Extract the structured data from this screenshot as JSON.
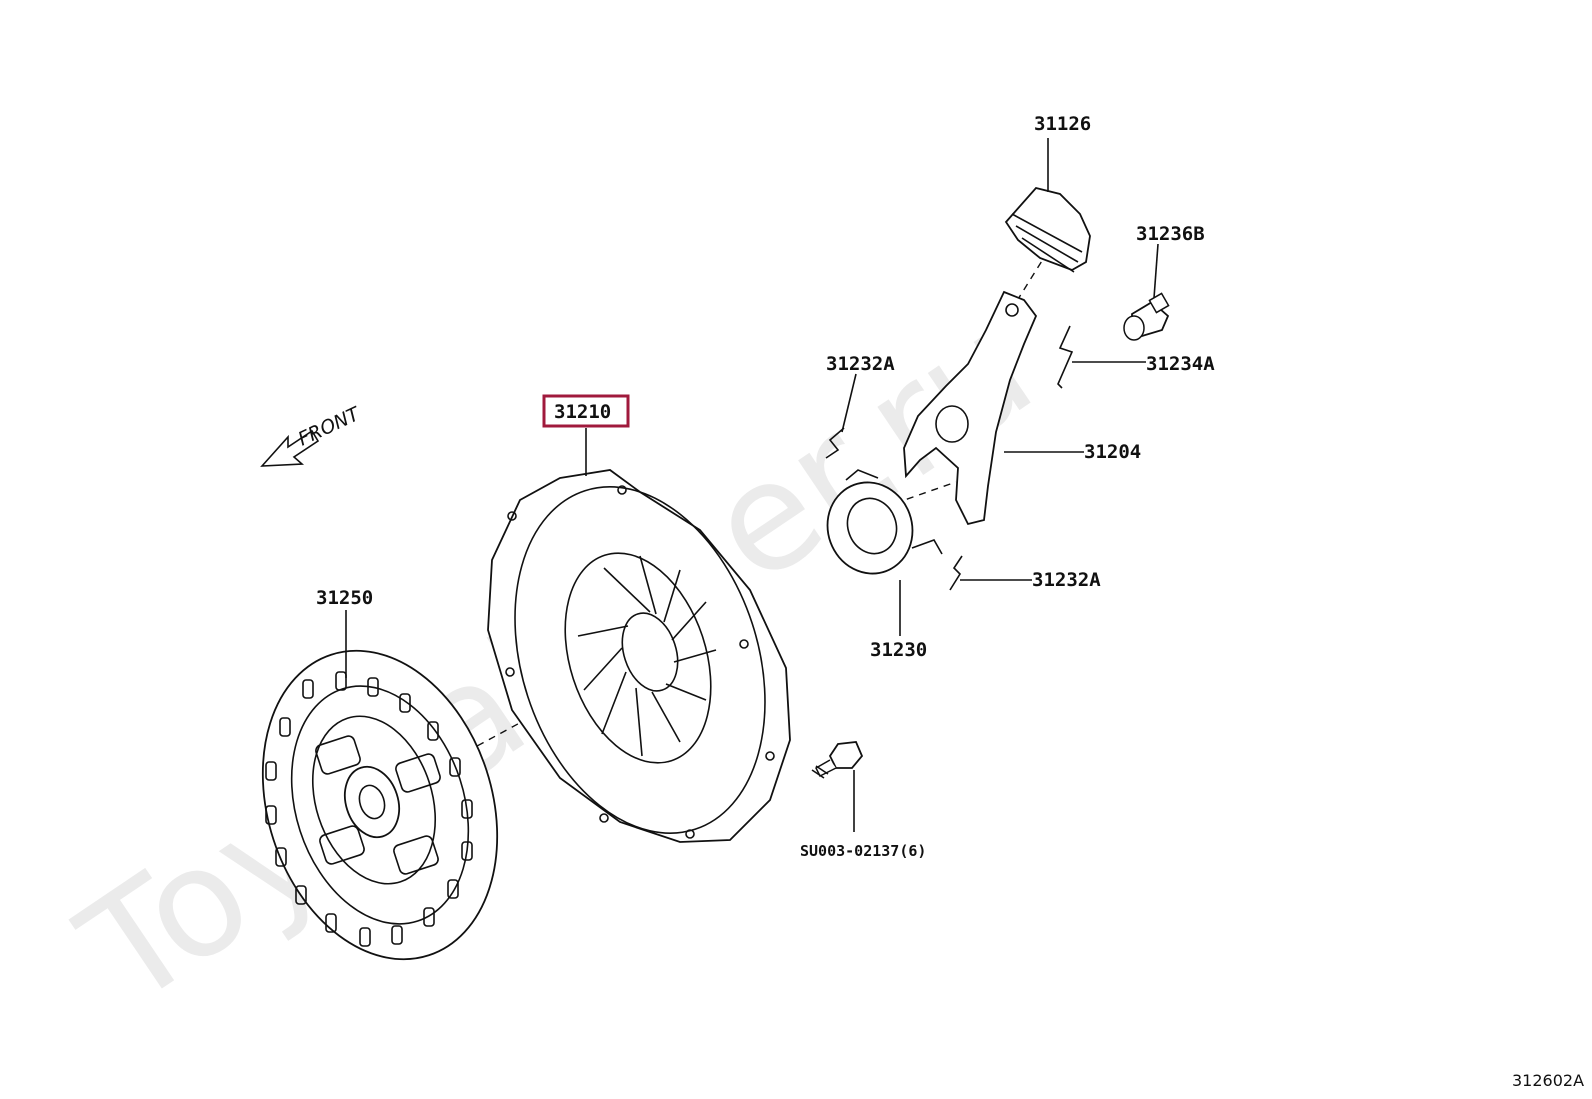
{
  "watermark": "ToyotaMiner.ru",
  "front_label": "FRONT",
  "diagram_code": "312602A",
  "parts": {
    "p31126": "31126",
    "p31236b": "31236B",
    "p31232a_top": "31232A",
    "p31234a": "31234A",
    "p31210": "31210",
    "p31204": "31204",
    "p31232a_right": "31232A",
    "p31250": "31250",
    "p31230": "31230",
    "bolt": "SU003-02137(6)"
  },
  "highlight": {
    "part": "31210",
    "color": "#a01a3c"
  }
}
